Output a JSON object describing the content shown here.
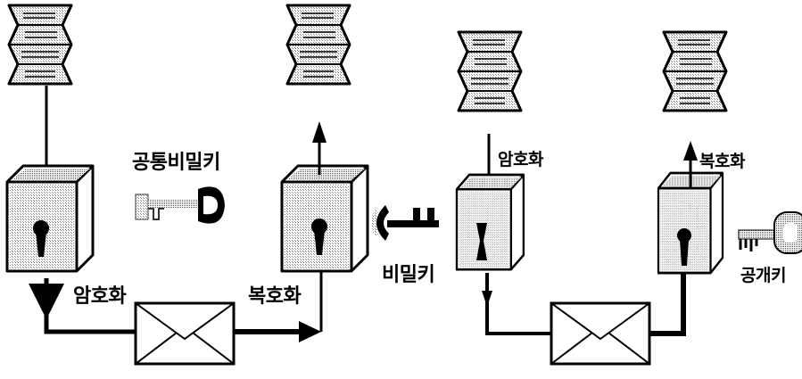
{
  "diagram": {
    "left": {
      "key_label": "공통비밀키",
      "encrypt_label": "암호화",
      "decrypt_label": "복호화",
      "private_key_label": "비밀키"
    },
    "right": {
      "encrypt_label": "암호화",
      "decrypt_label": "복호화",
      "public_key_label": "공개키"
    }
  }
}
